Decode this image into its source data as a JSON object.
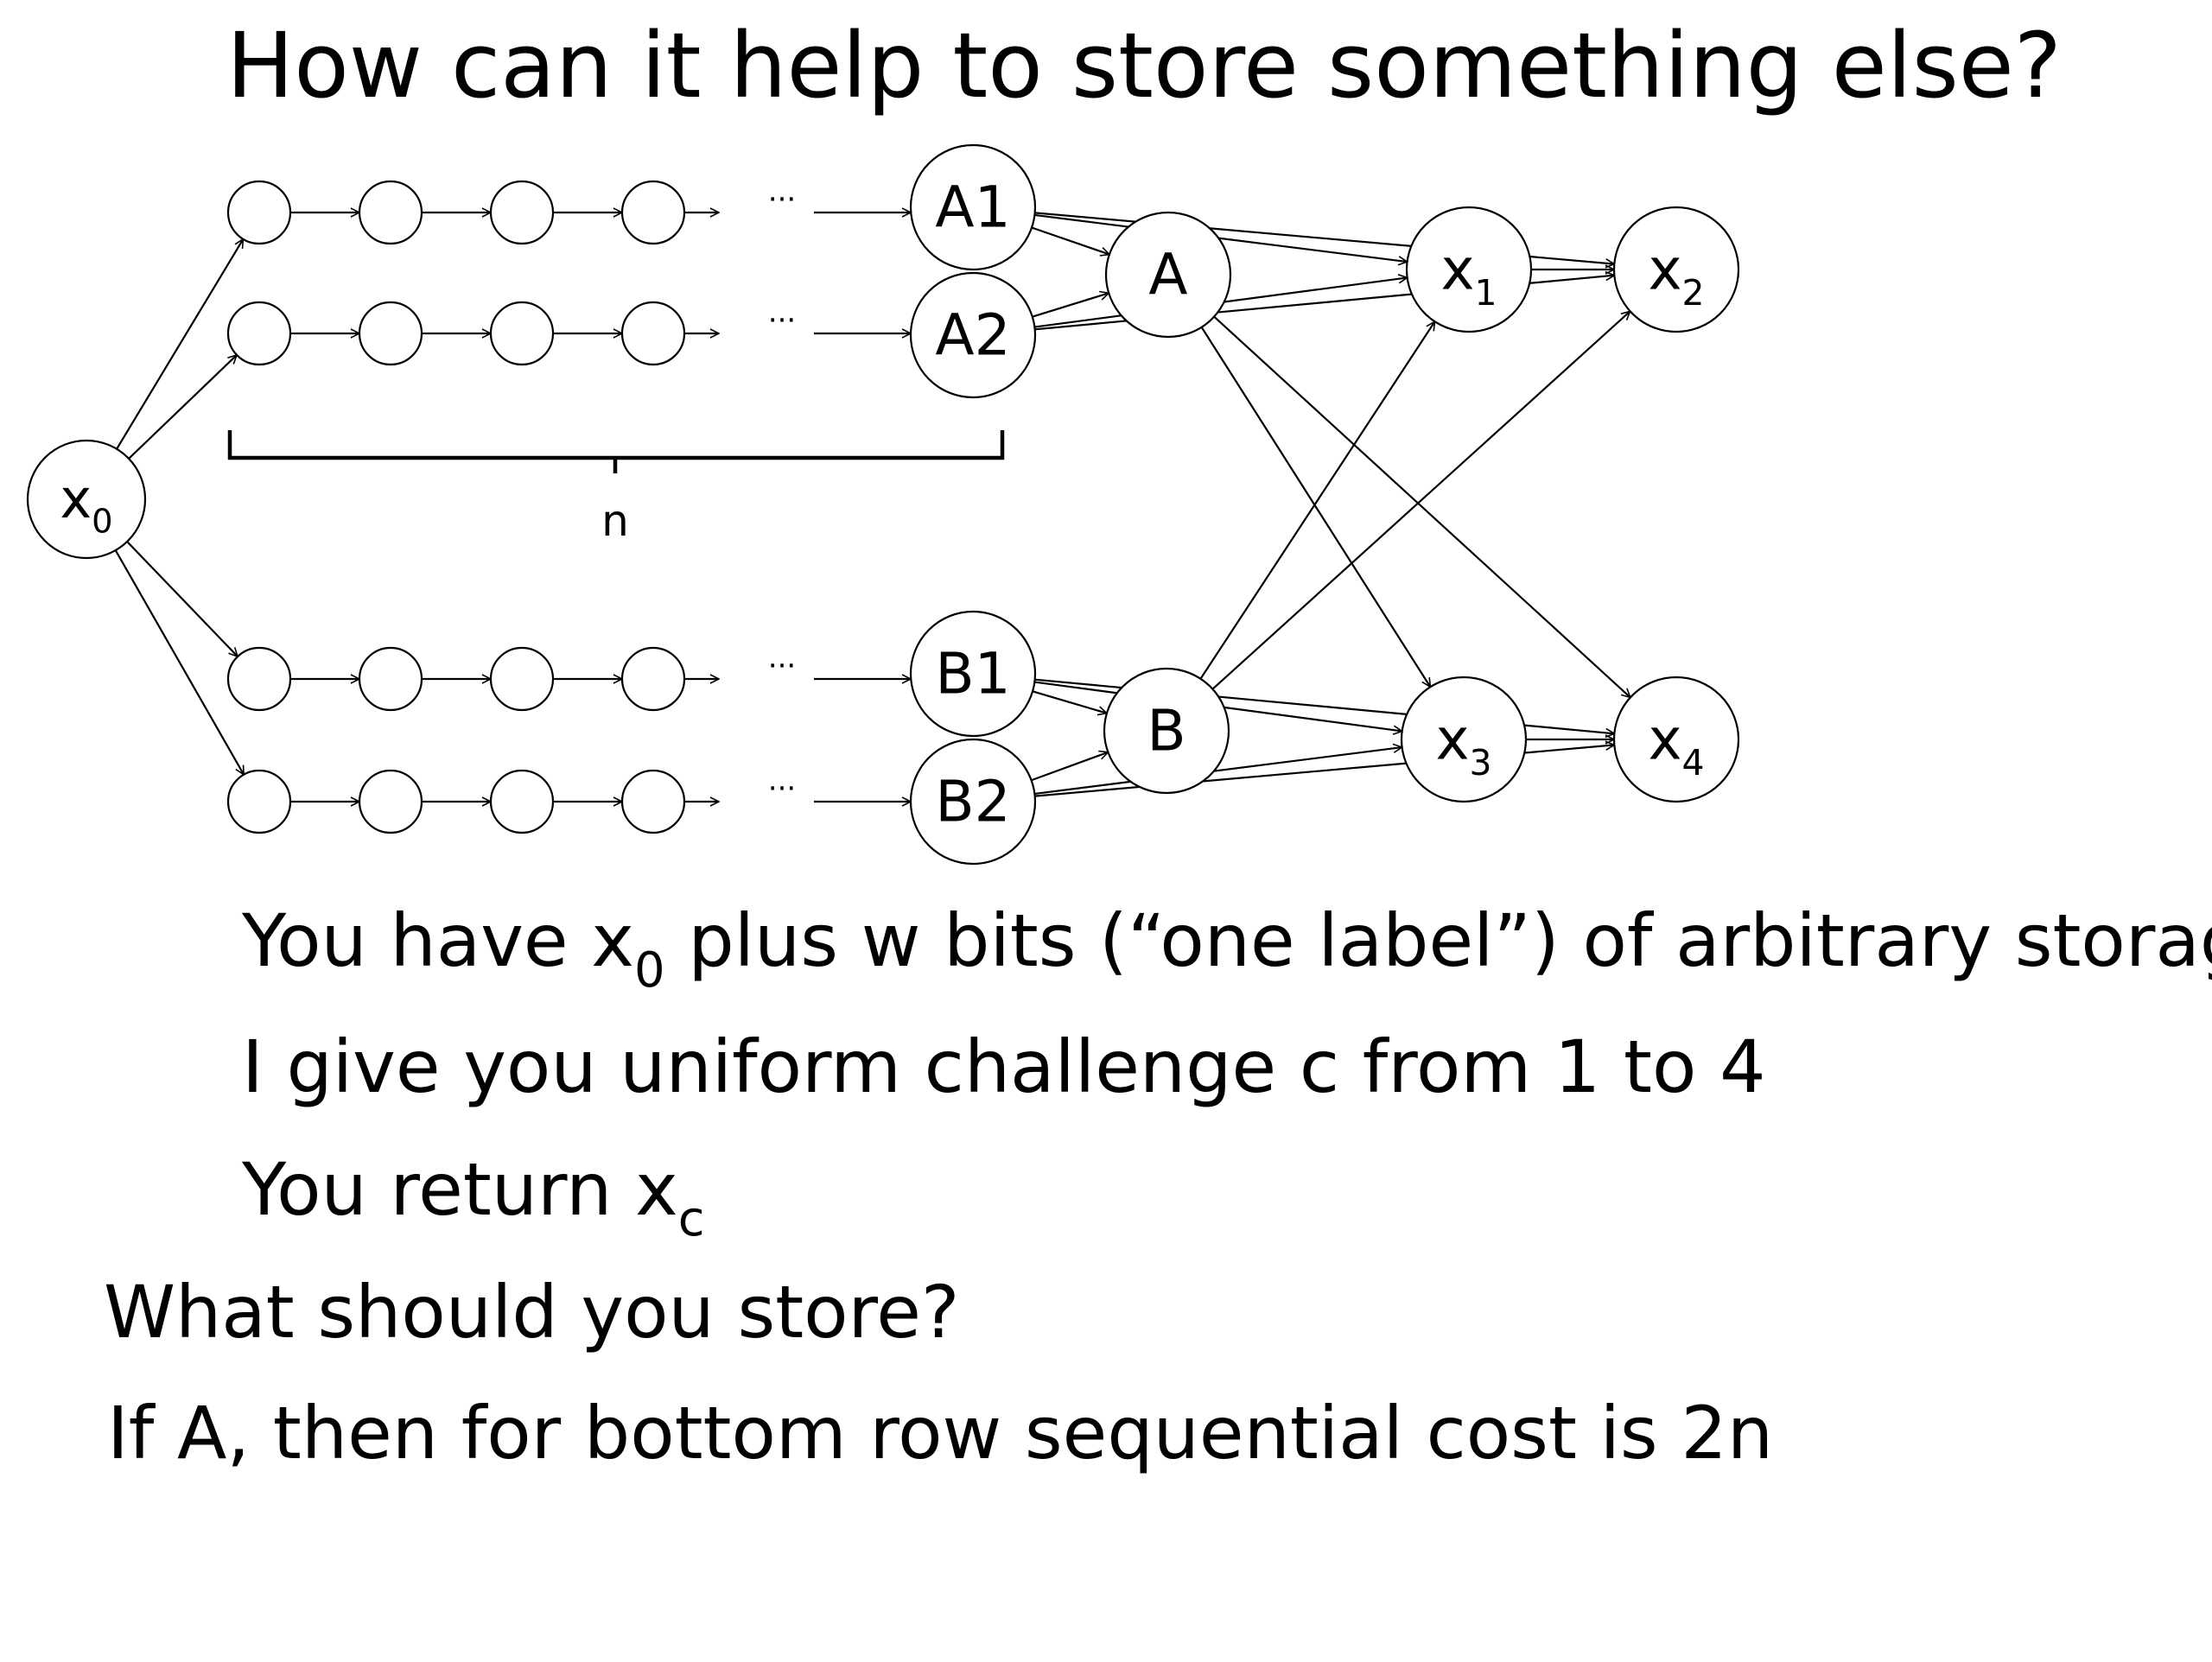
{
  "slide": {
    "title": "How can it help to store something else?",
    "lines": [
      {
        "parts": [
          {
            "text": "You have x"
          },
          {
            "text": "0",
            "sub": true
          },
          {
            "text": " plus w bits (“one label”) of arbitrary storage"
          }
        ]
      },
      {
        "parts": [
          {
            "text": "I give you uniform challenge c from 1 to 4"
          }
        ]
      },
      {
        "parts": [
          {
            "text": "You return x"
          },
          {
            "text": "c",
            "sub": true
          }
        ]
      },
      {
        "parts": [
          {
            "text": "What should you store?"
          }
        ]
      },
      {
        "parts": [
          {
            "text": "If A, then for bottom row sequential cost is 2n"
          }
        ]
      }
    ]
  },
  "diagram": {
    "ellipsis": "···",
    "brace_label": "n",
    "nodes": [
      {
        "id": "x0",
        "label": "x",
        "sub": "0"
      },
      {
        "id": "A1",
        "label": "A1"
      },
      {
        "id": "A2",
        "label": "A2"
      },
      {
        "id": "B1",
        "label": "B1"
      },
      {
        "id": "B2",
        "label": "B2"
      },
      {
        "id": "A",
        "label": "A"
      },
      {
        "id": "B",
        "label": "B"
      },
      {
        "id": "x1",
        "label": "x",
        "sub": "1"
      },
      {
        "id": "x2",
        "label": "x",
        "sub": "2"
      },
      {
        "id": "x3",
        "label": "x",
        "sub": "3"
      },
      {
        "id": "x4",
        "label": "x",
        "sub": "4"
      }
    ],
    "chains": [
      "A1",
      "A2",
      "B1",
      "B2"
    ],
    "edges": [
      [
        "x0",
        "A1"
      ],
      [
        "x0",
        "A2"
      ],
      [
        "x0",
        "B1"
      ],
      [
        "x0",
        "B2"
      ],
      [
        "A1",
        "A"
      ],
      [
        "A2",
        "A"
      ],
      [
        "B1",
        "B"
      ],
      [
        "B2",
        "B"
      ],
      [
        "A1",
        "x1"
      ],
      [
        "A1",
        "x2"
      ],
      [
        "A2",
        "x1"
      ],
      [
        "A2",
        "x2"
      ],
      [
        "B1",
        "x3"
      ],
      [
        "B1",
        "x4"
      ],
      [
        "B2",
        "x3"
      ],
      [
        "B2",
        "x4"
      ],
      [
        "A",
        "x3"
      ],
      [
        "A",
        "x4"
      ],
      [
        "B",
        "x1"
      ],
      [
        "B",
        "x2"
      ],
      [
        "x1",
        "x2"
      ],
      [
        "x3",
        "x4"
      ]
    ]
  }
}
